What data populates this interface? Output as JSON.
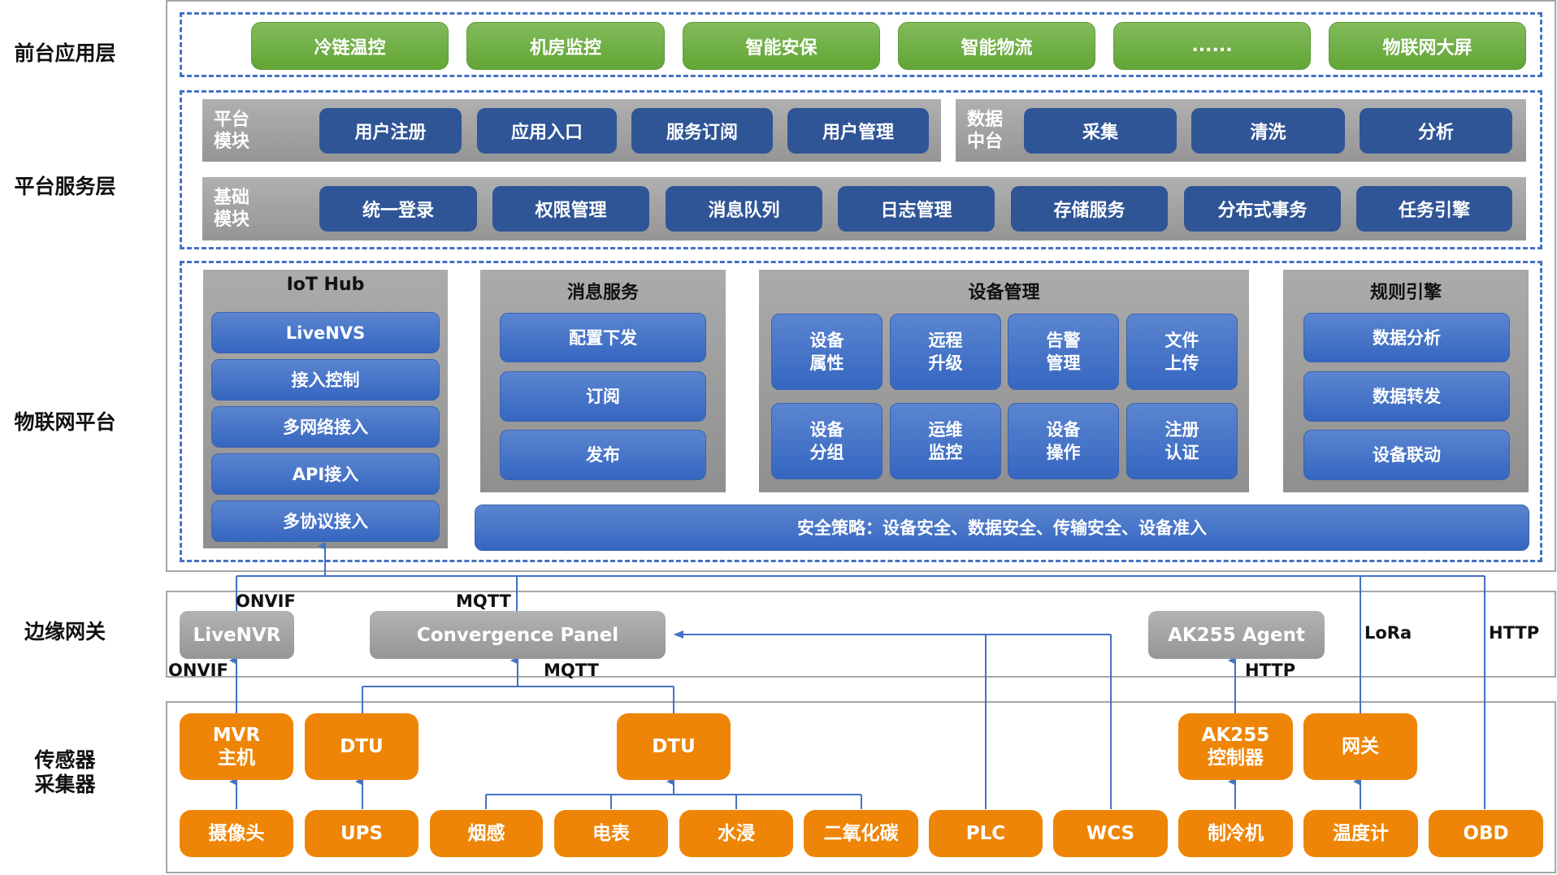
{
  "layers": {
    "front": "前台应用层",
    "service": "平台服务层",
    "iot": "物联网平台",
    "edge": "边缘网关",
    "sensor": "传感器\n采集器"
  },
  "front_apps": [
    "冷链温控",
    "机房监控",
    "智能安保",
    "智能物流",
    "......",
    "物联网大屏"
  ],
  "platform_module": {
    "label": "平台\n模块",
    "items": [
      "用户注册",
      "应用入口",
      "服务订阅",
      "用户管理"
    ]
  },
  "data_center": {
    "label": "数据\n中台",
    "items": [
      "采集",
      "清洗",
      "分析"
    ]
  },
  "base_module": {
    "label": "基础\n模块",
    "items": [
      "统一登录",
      "权限管理",
      "消息队列",
      "日志管理",
      "存储服务",
      "分布式事务",
      "任务引擎"
    ]
  },
  "iot_hub": {
    "title": "IoT Hub",
    "items": [
      "LiveNVS",
      "接入控制",
      "多网络接入",
      "API接入",
      "多协议接入"
    ]
  },
  "message_service": {
    "title": "消息服务",
    "items": [
      "配置下发",
      "订阅",
      "发布"
    ]
  },
  "device_management": {
    "title": "设备管理",
    "items": [
      "设备\n属性",
      "远程\n升级",
      "告警\n管理",
      "文件\n上传",
      "设备\n分组",
      "运维\n监控",
      "设备\n操作",
      "注册\n认证"
    ]
  },
  "rule_engine": {
    "title": "规则引擎",
    "items": [
      "数据分析",
      "数据转发",
      "设备联动"
    ]
  },
  "security": "安全策略：设备安全、数据安全、传输安全、设备准入",
  "gateways": {
    "livenvr": "LiveNVR",
    "convergence": "Convergence Panel",
    "agent": "AK255 Agent"
  },
  "protocols": {
    "onvif_up": "ONVIF",
    "mqtt_up": "MQTT",
    "onvif_down": "ONVIF",
    "mqtt_down": "MQTT",
    "http_agent": "HTTP",
    "lora": "LoRa",
    "http_obd": "HTTP"
  },
  "collectors": {
    "mvr": "MVR\n主机",
    "dtu1": "DTU",
    "dtu2": "DTU",
    "ak255": "AK255\n控制器",
    "gateway": "网关"
  },
  "sensors": [
    "摄像头",
    "UPS",
    "烟感",
    "电表",
    "水浸",
    "二氧化碳",
    "PLC",
    "WCS",
    "制冷机",
    "温度计",
    "OBD"
  ],
  "colors": {
    "line_blue": "#4472c4",
    "app_green": "#70ad47",
    "module_navy": "#2f5597",
    "feature_blue": "#4472c4",
    "device_orange": "#ef8506",
    "frame_gray": "#a6a6a6"
  }
}
